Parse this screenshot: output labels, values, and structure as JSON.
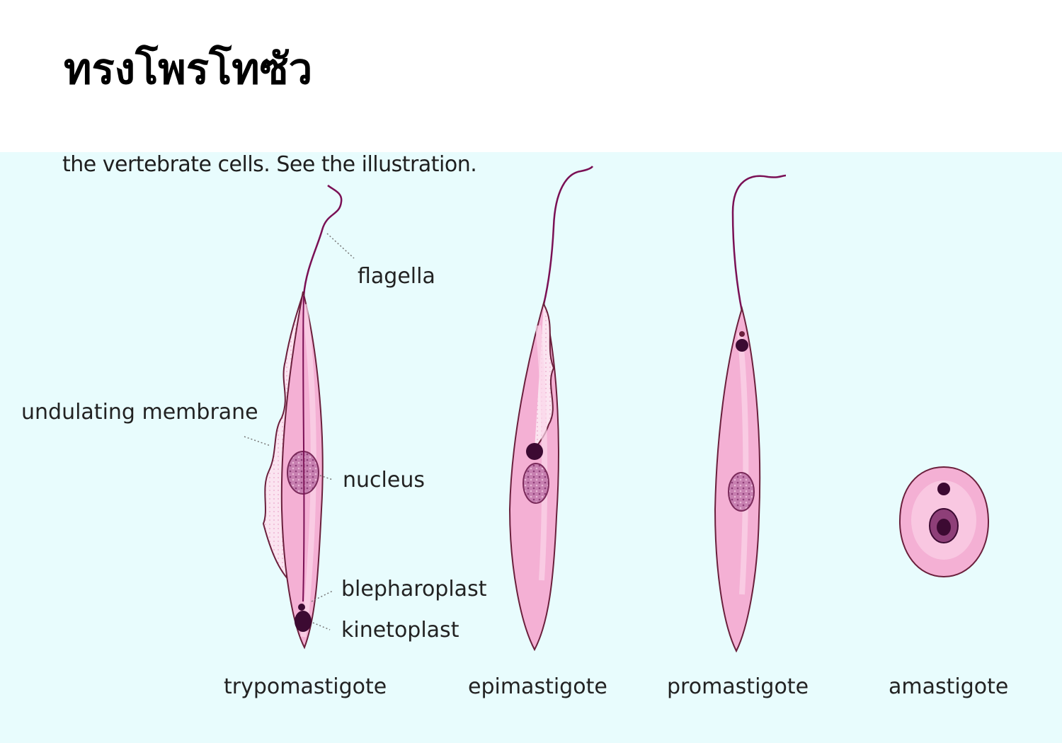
{
  "title": "ทรงโพรโทซัว",
  "caption": "the vertebrate cells.  See the illustration.",
  "part_labels": {
    "flagella": "flagella",
    "undulating_membrane": "undulating membrane",
    "nucleus": "nucleus",
    "blepharoplast": "blepharoplast",
    "kinetoplast": "kinetoplast"
  },
  "forms": [
    {
      "name": "trypomastigote"
    },
    {
      "name": "epimastigote"
    },
    {
      "name": "promastigote"
    },
    {
      "name": "amastigote"
    }
  ],
  "colors": {
    "background": "#e8fcfd",
    "cell_fill": "#f4b0d4",
    "cell_highlight": "#fbd7ea",
    "outline": "#6a1f3c",
    "flagellum": "#7a1055",
    "nucleus": "#c77fb0",
    "kinetoplast": "#3c0a32"
  }
}
